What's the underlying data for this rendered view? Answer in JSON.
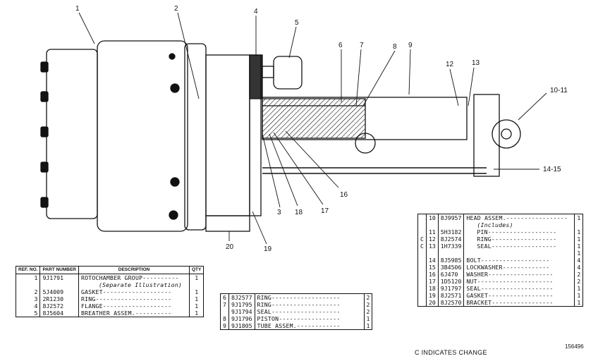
{
  "callouts": [
    "1",
    "2",
    "3",
    "4",
    "5",
    "6",
    "7",
    "8",
    "9",
    "10-11",
    "12",
    "13",
    "14-15",
    "16",
    "17",
    "18",
    "19",
    "20"
  ],
  "table_left": {
    "headers": {
      "ref": "REF. NO.",
      "part": "PART NUMBER",
      "desc": "DESCRIPTION",
      "qty": "QTY"
    },
    "rows": [
      {
        "ref": "1",
        "part": "9J1791",
        "desc": "ROTOCHAMBER GROUP----------",
        "qty": "1"
      },
      {
        "ref": "",
        "part": "",
        "desc": "(Separate Illustration)",
        "qty": ""
      },
      {
        "ref": "2",
        "part": "5J4009",
        "desc": "GASKET-------------------",
        "qty": "1"
      },
      {
        "ref": "3",
        "part": "2R1230",
        "desc": "RING---------------------",
        "qty": "1"
      },
      {
        "ref": "4",
        "part": "8J2572",
        "desc": "FLANGE-------------------",
        "qty": "1"
      },
      {
        "ref": "5",
        "part": "8J5604",
        "desc": "BREATHER ASSEM.----------",
        "qty": "1"
      }
    ]
  },
  "table_mid": {
    "rows": [
      {
        "ref": "6",
        "part": "8J2577",
        "desc": "RING-------------------",
        "qty": "2"
      },
      {
        "ref": "7",
        "part": "9J1795",
        "desc": "RING-------------------",
        "qty": "2"
      },
      {
        "ref": "",
        "part": "9J1794",
        "desc": "SEAL-------------------",
        "qty": "2"
      },
      {
        "ref": "8",
        "part": "9J1796",
        "desc": "PISTON-----------------",
        "qty": "1"
      },
      {
        "ref": "9",
        "part": "9J1805",
        "desc": "TUBE ASSEM.------------",
        "qty": "1"
      }
    ]
  },
  "table_right": {
    "rows": [
      {
        "c": "",
        "ref": "10",
        "part": "8J9957",
        "desc": "HEAD ASSEM.-----------------",
        "qty": "1"
      },
      {
        "c": "",
        "ref": "",
        "part": "",
        "desc": "(Includes)",
        "qty": ""
      },
      {
        "c": "",
        "ref": "11",
        "part": "5H3182",
        "desc": "PIN-------------------",
        "qty": "1"
      },
      {
        "c": "C",
        "ref": "12",
        "part": "8J2574",
        "desc": "RING------------------",
        "qty": "1"
      },
      {
        "c": "C",
        "ref": "13",
        "part": "1H7339",
        "desc": "SEAL------------------",
        "qty": "1"
      },
      {
        "c": "",
        "ref": "",
        "part": "",
        "desc": "",
        "qty": "1"
      },
      {
        "c": "",
        "ref": "14",
        "part": "8J5985",
        "desc": "BOLT-------------------",
        "qty": "4"
      },
      {
        "c": "",
        "ref": "15",
        "part": "3B4506",
        "desc": "LOCKWASHER-------------",
        "qty": "4"
      },
      {
        "c": "",
        "ref": "16",
        "part": "6J470",
        "desc": "WASHER------------------",
        "qty": "2"
      },
      {
        "c": "",
        "ref": "17",
        "part": "1D5120",
        "desc": "NUT---------------------",
        "qty": "2"
      },
      {
        "c": "",
        "ref": "18",
        "part": "9J1797",
        "desc": "SEAL--------------------",
        "qty": "1"
      },
      {
        "c": "",
        "ref": "19",
        "part": "8J2571",
        "desc": "GASKET------------------",
        "qty": "1"
      },
      {
        "c": "",
        "ref": "20",
        "part": "8J2570",
        "desc": "BRACKET-----------------",
        "qty": "1"
      }
    ]
  },
  "footnote": "C INDICATES CHANGE",
  "figure_number": "156496"
}
